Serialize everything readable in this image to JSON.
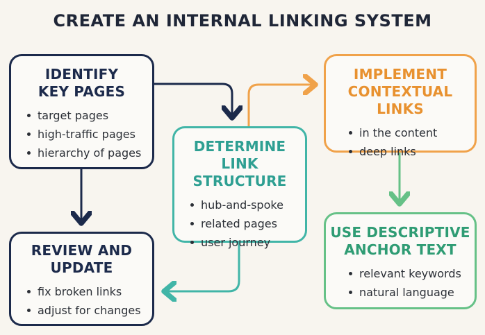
{
  "title": "CREATE AN INTERNAL LINKING SYSTEM",
  "colors": {
    "background": "#f8f5ef",
    "navy": "#1c2a4b",
    "teal": "#41b5a7",
    "orange": "#f0a24a",
    "green": "#66c187"
  },
  "boxes": {
    "identify": {
      "title": "IDENTIFY\nKEY PAGES",
      "items": [
        "target pages",
        "high-traffic pages",
        "hierarchy of pages"
      ]
    },
    "determine": {
      "title": "DETERMINE\nLINK STRUCTURE",
      "items": [
        "hub-and-spoke",
        "related pages",
        "user journey"
      ]
    },
    "implement": {
      "title": "IMPLEMENT\nCONTEXTUAL LINKS",
      "items": [
        "in the content",
        "deep links"
      ]
    },
    "review": {
      "title": "REVIEW AND\nUPDATE",
      "items": [
        "fix broken links",
        "adjust for changes"
      ]
    },
    "anchor": {
      "title": "USE DESCRIPTIVE\nANCHOR TEXT",
      "items": [
        "relevant keywords",
        "natural language"
      ]
    }
  }
}
